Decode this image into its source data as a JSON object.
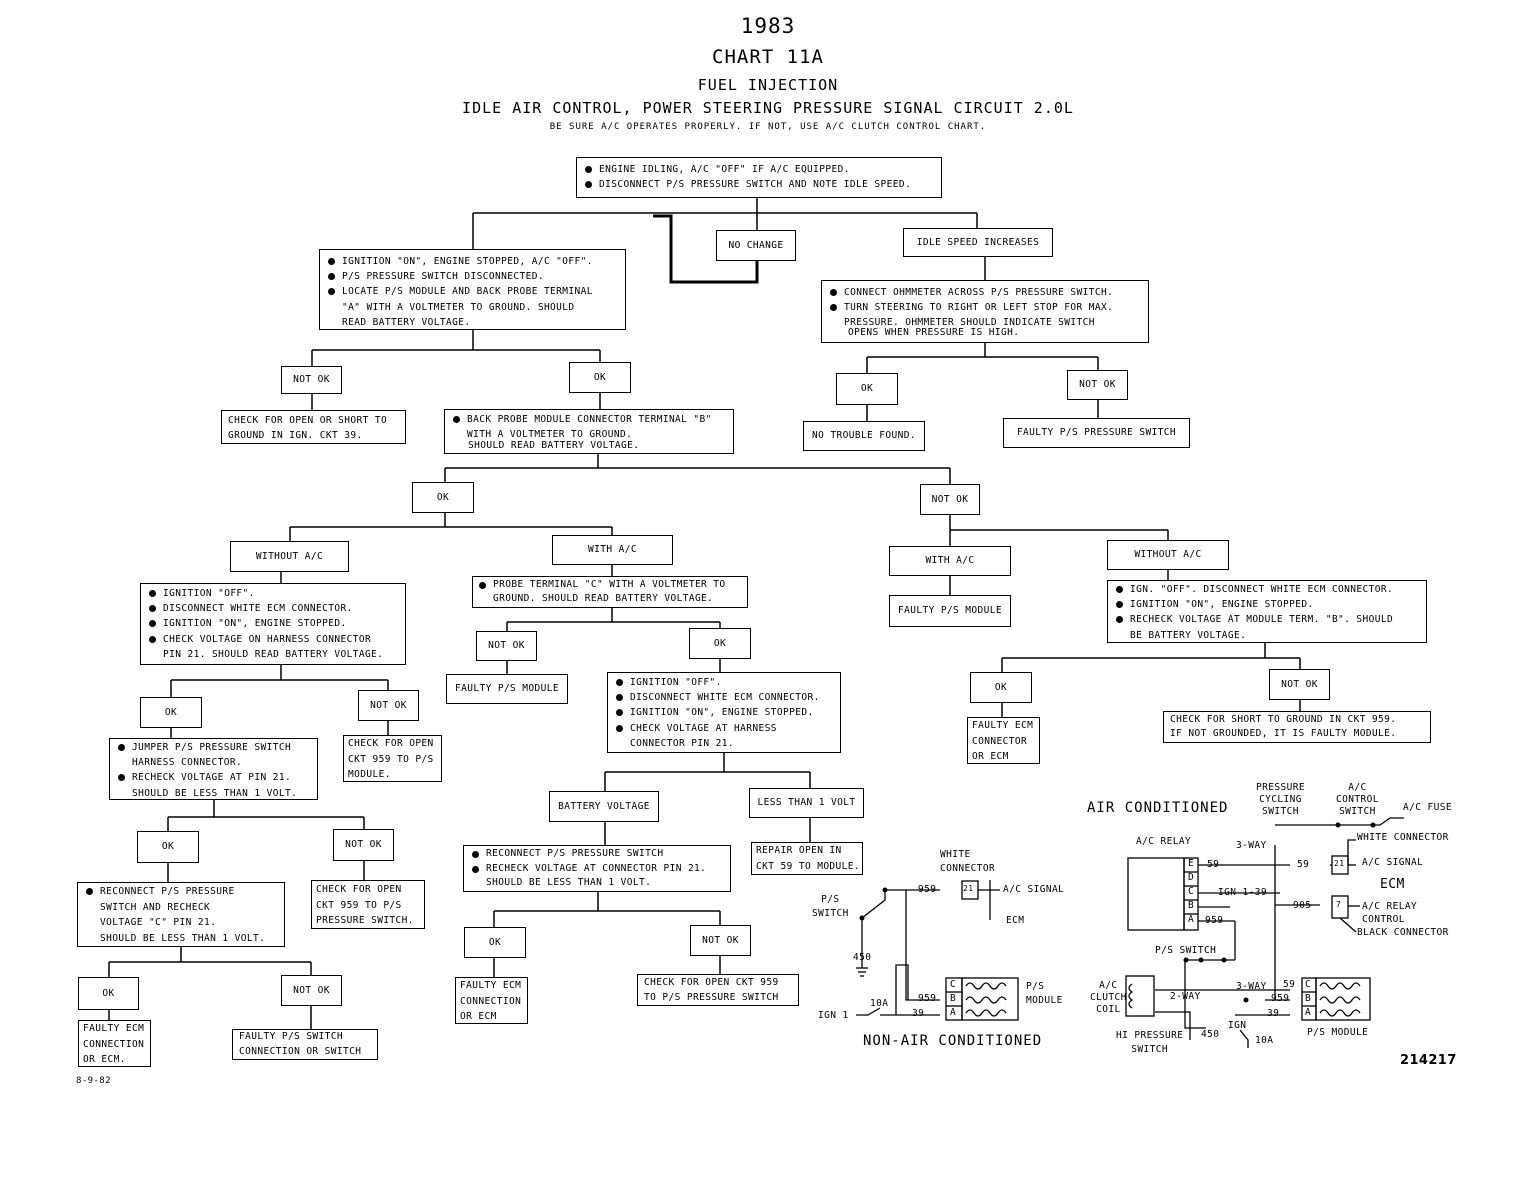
{
  "header": {
    "year": "1983",
    "chart": "CHART 11A",
    "system": "FUEL INJECTION",
    "title": "IDLE AIR CONTROL, POWER STEERING PRESSURE SIGNAL CIRCUIT 2.0L",
    "note": "BE SURE A/C OPERATES PROPERLY. IF NOT, USE A/C CLUTCH CONTROL CHART."
  },
  "nodes": {
    "start": [
      "ENGINE IDLING, A/C \"OFF\" IF A/C EQUIPPED.",
      "DISCONNECT P/S PRESSURE SWITCH AND NOTE IDLE SPEED."
    ],
    "no_change": "NO CHANGE",
    "idle_inc": "IDLE SPEED INCREASES",
    "ign_on": [
      "IGNITION \"ON\", ENGINE STOPPED, A/C \"OFF\".",
      "P/S PRESSURE SWITCH DISCONNECTED.",
      "LOCATE P/S MODULE AND BACK PROBE TERMINAL",
      "\"A\" WITH A VOLTMETER TO GROUND. SHOULD",
      "READ BATTERY VOLTAGE."
    ],
    "ohmmeter": [
      "CONNECT OHMMETER ACROSS P/S PRESSURE SWITCH.",
      "TURN STEERING TO RIGHT OR LEFT STOP FOR MAX.",
      "PRESSURE. OHMMETER SHOULD INDICATE SWITCH",
      "OPENS WHEN PRESSURE IS HIGH."
    ],
    "n_ok1": "OK",
    "n_notok1": "NOT OK",
    "no_trouble": "NO TROUBLE FOUND.",
    "faulty_switch": "FAULTY P/S PRESSURE SWITCH",
    "n_notok2": "NOT OK",
    "n_ok2": "OK",
    "check_open39": [
      "CHECK FOR OPEN OR SHORT TO",
      "GROUND IN IGN. CKT 39."
    ],
    "probe_b": [
      "BACK PROBE MODULE CONNECTOR TERMINAL \"B\"",
      "WITH A VOLTMETER TO GROUND.",
      "SHOULD READ BATTERY VOLTAGE."
    ],
    "n_ok3": "OK",
    "n_notok3": "NOT OK",
    "without_ac_l": "WITHOUT A/C",
    "with_ac_l": "WITH A/C",
    "with_ac_r": "WITH A/C",
    "without_ac_r": "WITHOUT A/C",
    "ign_off_l": [
      "IGNITION \"OFF\".",
      "DISCONNECT WHITE ECM CONNECTOR.",
      "IGNITION \"ON\", ENGINE STOPPED.",
      "CHECK VOLTAGE ON HARNESS CONNECTOR",
      "PIN 21. SHOULD READ BATTERY VOLTAGE."
    ],
    "probe_c": [
      "PROBE TERMINAL \"C\" WITH A VOLTMETER TO",
      "GROUND. SHOULD READ BATTERY VOLTAGE."
    ],
    "faulty_module_r": "FAULTY P/S MODULE",
    "ign_off_r": [
      "IGN. \"OFF\". DISCONNECT WHITE ECM CONNECTOR.",
      "IGNITION \"ON\", ENGINE STOPPED.",
      "RECHECK VOLTAGE AT MODULE TERM. \"B\". SHOULD",
      "BE BATTERY VOLTAGE."
    ],
    "n_notok4": "NOT OK",
    "n_ok4": "OK",
    "faulty_module_m": "FAULTY P/S MODULE",
    "ign_off_m": [
      "IGNITION \"OFF\".",
      "DISCONNECT WHITE ECM CONNECTOR.",
      "IGNITION \"ON\", ENGINE STOPPED.",
      "CHECK VOLTAGE AT HARNESS",
      "CONNECTOR PIN 21."
    ],
    "n_ok5": "OK",
    "n_notok5": "NOT OK",
    "faulty_ecm_r": [
      "FAULTY ECM",
      "CONNECTOR",
      "OR ECM"
    ],
    "check_short959": [
      "CHECK FOR SHORT TO GROUND IN CKT 959.",
      "IF NOT GROUNDED, IT IS FAULTY MODULE."
    ],
    "n_ok6": "OK",
    "n_notok6": "NOT OK",
    "jumper": [
      "JUMPER P/S PRESSURE SWITCH",
      "HARNESS CONNECTOR.",
      "RECHECK VOLTAGE AT PIN 21.",
      "SHOULD BE LESS THAN 1 VOLT."
    ],
    "check_open959a": [
      "CHECK FOR OPEN",
      "CKT 959 TO P/S",
      "MODULE."
    ],
    "batt_v": "BATTERY VOLTAGE",
    "less1v": "LESS THAN 1 VOLT",
    "repair59": [
      "REPAIR OPEN IN",
      "CKT 59 TO MODULE."
    ],
    "reconnect_m": [
      "RECONNECT P/S PRESSURE SWITCH",
      "RECHECK VOLTAGE AT CONNECTOR PIN 21.",
      "SHOULD BE LESS THAN 1 VOLT."
    ],
    "n_ok7": "OK",
    "n_notok7": "NOT OK",
    "reconnect_l": [
      "RECONNECT P/S PRESSURE",
      "SWITCH AND RECHECK",
      "VOLTAGE \"C\" PIN 21.",
      "SHOULD BE LESS THAN 1 VOLT."
    ],
    "check_open959b": [
      "CHECK FOR OPEN",
      "CKT 959 TO P/S",
      "PRESSURE SWITCH."
    ],
    "n_ok8": "OK",
    "n_notok8": "NOT OK",
    "faulty_ecm_m": [
      "FAULTY ECM",
      "CONNECTION",
      "OR ECM"
    ],
    "check_open959c": [
      "CHECK FOR OPEN CKT 959",
      "TO P/S PRESSURE SWITCH"
    ],
    "n_ok9": "OK",
    "n_notok9": "NOT OK",
    "faulty_ecm_l": [
      "FAULTY ECM",
      "CONNECTION",
      "OR ECM."
    ],
    "faulty_switch_conn": [
      "FAULTY P/S SWITCH",
      "CONNECTION OR SWITCH"
    ]
  },
  "wiring": {
    "non_ac": {
      "caption": "NON-AIR CONDITIONED",
      "ps_switch": [
        "P/S",
        "SWITCH"
      ],
      "white_connector": [
        "WHITE",
        "CONNECTOR"
      ],
      "pin21": "21",
      "ac_signal": "A/C SIGNAL",
      "ecm": "ECM",
      "w959a": "959",
      "w959b": "959",
      "w39": "39",
      "w450": "450",
      "fuse10a": "10A",
      "ign1": "IGN 1",
      "ps_module": [
        "P/S",
        "MODULE"
      ],
      "pins": [
        "C",
        "B",
        "A"
      ]
    },
    "ac": {
      "caption": "AIR CONDITIONED",
      "ac_relay": "A/C RELAY",
      "relay_pins": [
        "E",
        "D",
        "C",
        "B",
        "A"
      ],
      "pressure_cycling": [
        "PRESSURE",
        "CYCLING",
        "SWITCH"
      ],
      "ac_control": [
        "A/C",
        "CONTROL",
        "SWITCH"
      ],
      "ac_fuse": "A/C FUSE",
      "white_connector": "WHITE CONNECTOR",
      "three_way_a": "3-WAY",
      "three_way_b": "3-WAY",
      "two_way": "2-WAY",
      "w59a": "59",
      "w59b": "59",
      "w59c": "59",
      "ign139": "IGN 1-39",
      "w959a": "959",
      "w959b": "959",
      "w905": "905",
      "w39": "39",
      "w450": "450",
      "pin21": "21",
      "pin7": "7",
      "ac_signal": "A/C SIGNAL",
      "ecm": "ECM",
      "relay_control": [
        "A/C RELAY",
        "CONTROL"
      ],
      "black_connector": "BLACK CONNECTOR",
      "ps_switch": "P/S SWITCH",
      "clutch_coil": [
        "A/C",
        "CLUTCH",
        "COIL"
      ],
      "hi_pressure": [
        "HI PRESSURE",
        "SWITCH"
      ],
      "ign": "IGN",
      "fuse10a": "10A",
      "ps_module": "P/S MODULE",
      "pins": [
        "C",
        "B",
        "A"
      ]
    }
  },
  "footer": {
    "date": "8-9-82",
    "number": "214217"
  }
}
